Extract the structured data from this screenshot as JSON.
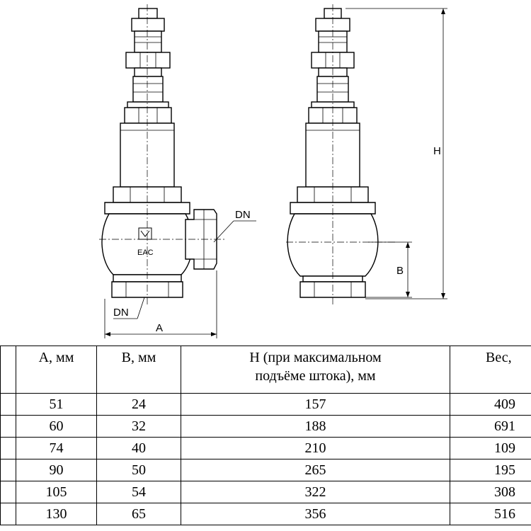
{
  "drawing": {
    "labels": {
      "dn_top": "DN",
      "dn_bottom": "DN",
      "a": "A",
      "b": "B",
      "h": "H"
    }
  },
  "table": {
    "headers": [
      "",
      "А, мм",
      "В, мм",
      "Н (при максимальном\nподъёме штока), мм",
      "Вес,"
    ],
    "rows": [
      [
        "",
        "51",
        "24",
        "157",
        "409"
      ],
      [
        "",
        "60",
        "32",
        "188",
        "691"
      ],
      [
        "",
        "74",
        "40",
        "210",
        "109"
      ],
      [
        "",
        "90",
        "50",
        "265",
        "195"
      ],
      [
        "",
        "105",
        "54",
        "322",
        "308"
      ],
      [
        "",
        "130",
        "65",
        "356",
        "516"
      ]
    ]
  }
}
